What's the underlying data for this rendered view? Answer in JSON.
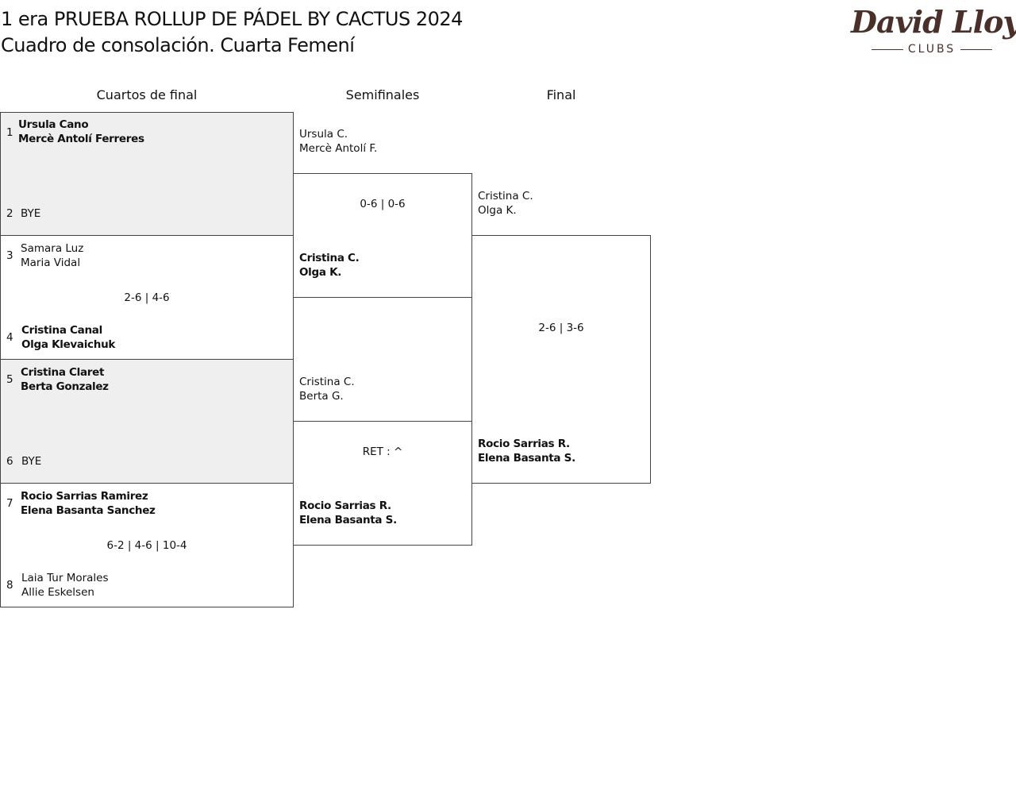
{
  "header": {
    "title": "1 era PRUEBA ROLLUP DE PÁDEL BY CACTUS 2024",
    "subtitle": "Cuadro de consolación. Cuarta Femení",
    "logo": {
      "main": "David Lloyd",
      "sub": "CLUBS"
    }
  },
  "rounds": [
    "Cuartos de final",
    "Semifinales",
    "Final"
  ],
  "quarterfinals": [
    {
      "seed_a": "1",
      "team_a": [
        "Ursula Cano",
        "Mercè Antolí Ferreres"
      ],
      "seed_b": "2",
      "team_b": [
        "BYE"
      ],
      "score": ""
    },
    {
      "seed_a": "3",
      "team_a": [
        "Samara Luz",
        "Maria Vidal"
      ],
      "seed_b": "4",
      "team_b": [
        "Cristina Canal",
        "Olga Klevaichuk"
      ],
      "score": "2-6 | 4-6"
    },
    {
      "seed_a": "5",
      "team_a": [
        "Cristina Claret",
        "Berta Gonzalez"
      ],
      "seed_b": "6",
      "team_b": [
        "BYE"
      ],
      "score": ""
    },
    {
      "seed_a": "7",
      "team_a": [
        "Rocio Sarrias Ramirez",
        "Elena Basanta Sanchez"
      ],
      "seed_b": "8",
      "team_b": [
        "Laia Tur Morales",
        "Allie Eskelsen"
      ],
      "score": "6-2 | 4-6 | 10-4"
    }
  ],
  "semifinals": [
    {
      "team_a": [
        "Ursula C.",
        "Mercè Antolí F."
      ],
      "team_b": [
        "Cristina C.",
        "Olga K."
      ],
      "score": "0-6 | 0-6"
    },
    {
      "team_a": [
        "Cristina C.",
        "Berta G."
      ],
      "team_b": [
        "Rocio Sarrias R.",
        "Elena Basanta S."
      ],
      "score": "RET : ^"
    }
  ],
  "final": {
    "team_a": [
      "Cristina C.",
      "Olga K."
    ],
    "team_b": [
      "Rocio Sarrias R.",
      "Elena Basanta S."
    ],
    "score": "2-6 | 3-6"
  }
}
